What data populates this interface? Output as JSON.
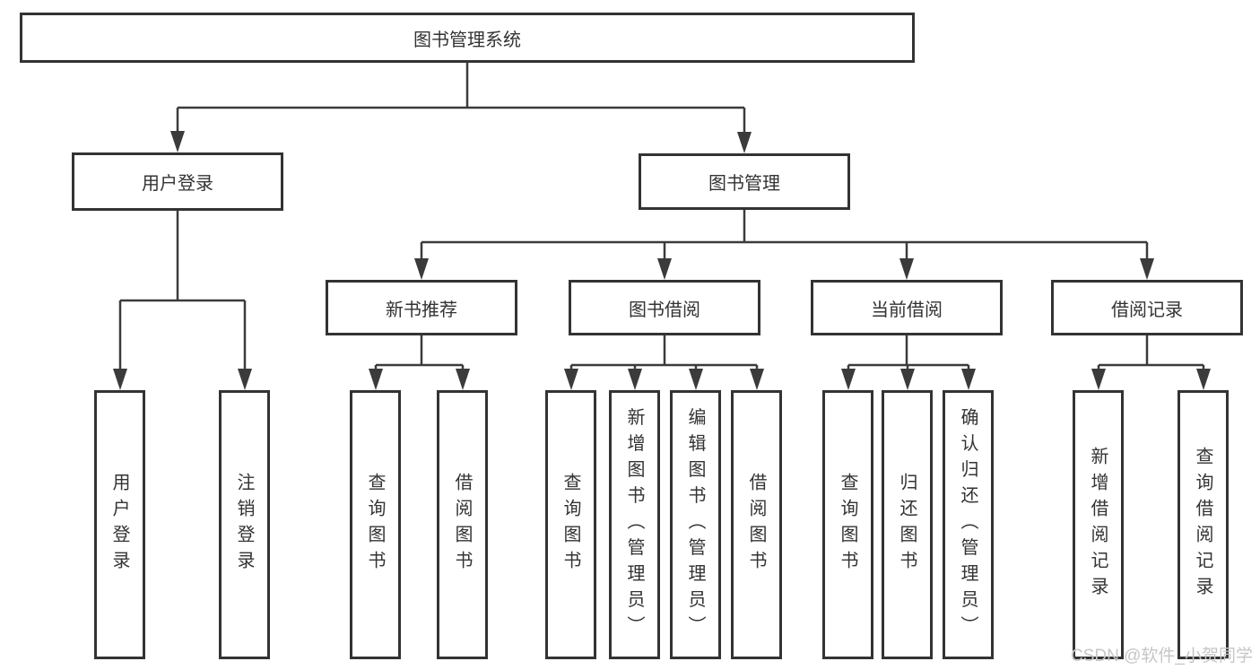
{
  "diagram": {
    "root": "图书管理系统",
    "level2": {
      "user_login": "用户登录",
      "book_mgmt": "图书管理"
    },
    "level3": {
      "new_recommend": "新书推荐",
      "book_borrow": "图书借阅",
      "current_borrow": "当前借阅",
      "borrow_record": "借阅记录"
    },
    "leaves": {
      "user_login": [
        "用户登录",
        "注销登录"
      ],
      "new_recommend": [
        "查询图书",
        "借阅图书"
      ],
      "book_borrow": [
        "查询图书",
        "新增图书（管理员）",
        "编辑图书（管理员）",
        "借阅图书"
      ],
      "current_borrow": [
        "查询图书",
        "归还图书",
        "确认归还（管理员）"
      ],
      "borrow_record": [
        "新增借阅记录",
        "查询借阅记录"
      ]
    }
  },
  "watermark": "CSDN @软件_小贺同学",
  "colors": {
    "line": "#3b3b3b",
    "border": "#333333",
    "text": "#333333",
    "background": "#ffffff",
    "watermark": "#c6c6c6"
  }
}
